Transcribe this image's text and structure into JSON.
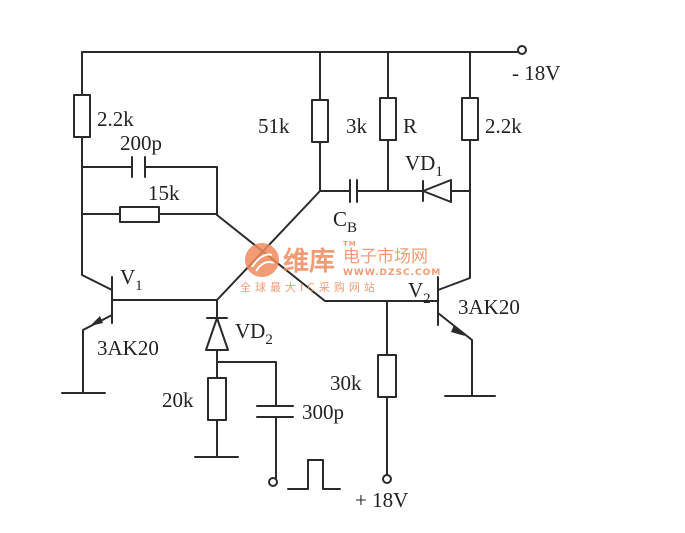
{
  "supply_top": "- 18V",
  "supply_bottom": "+ 18V",
  "components": {
    "r_left_collector": "2.2k",
    "c_speedup": "200p",
    "r_feedback": "15k",
    "r_51k": "51k",
    "r_3k": "3k",
    "r_label": "R",
    "vd1": {
      "name": "VD",
      "sub": "1"
    },
    "r_right_collector": "2.2k",
    "cb": {
      "name": "C",
      "sub": "B"
    },
    "v1": {
      "name": "V",
      "sub": "1",
      "type": "3AK20"
    },
    "v2": {
      "name": "V",
      "sub": "2",
      "type": "3AK20"
    },
    "vd2": {
      "name": "VD",
      "sub": "2"
    },
    "r_20k": "20k",
    "c_300p": "300p",
    "r_30k": "30k"
  },
  "watermark": {
    "brand": "维库",
    "title": "电子市场网",
    "url": "WWW.DZSC.COM",
    "slogan": "全球最大IC采购网站",
    "tm": "TM",
    "color": "#f08a5d"
  }
}
